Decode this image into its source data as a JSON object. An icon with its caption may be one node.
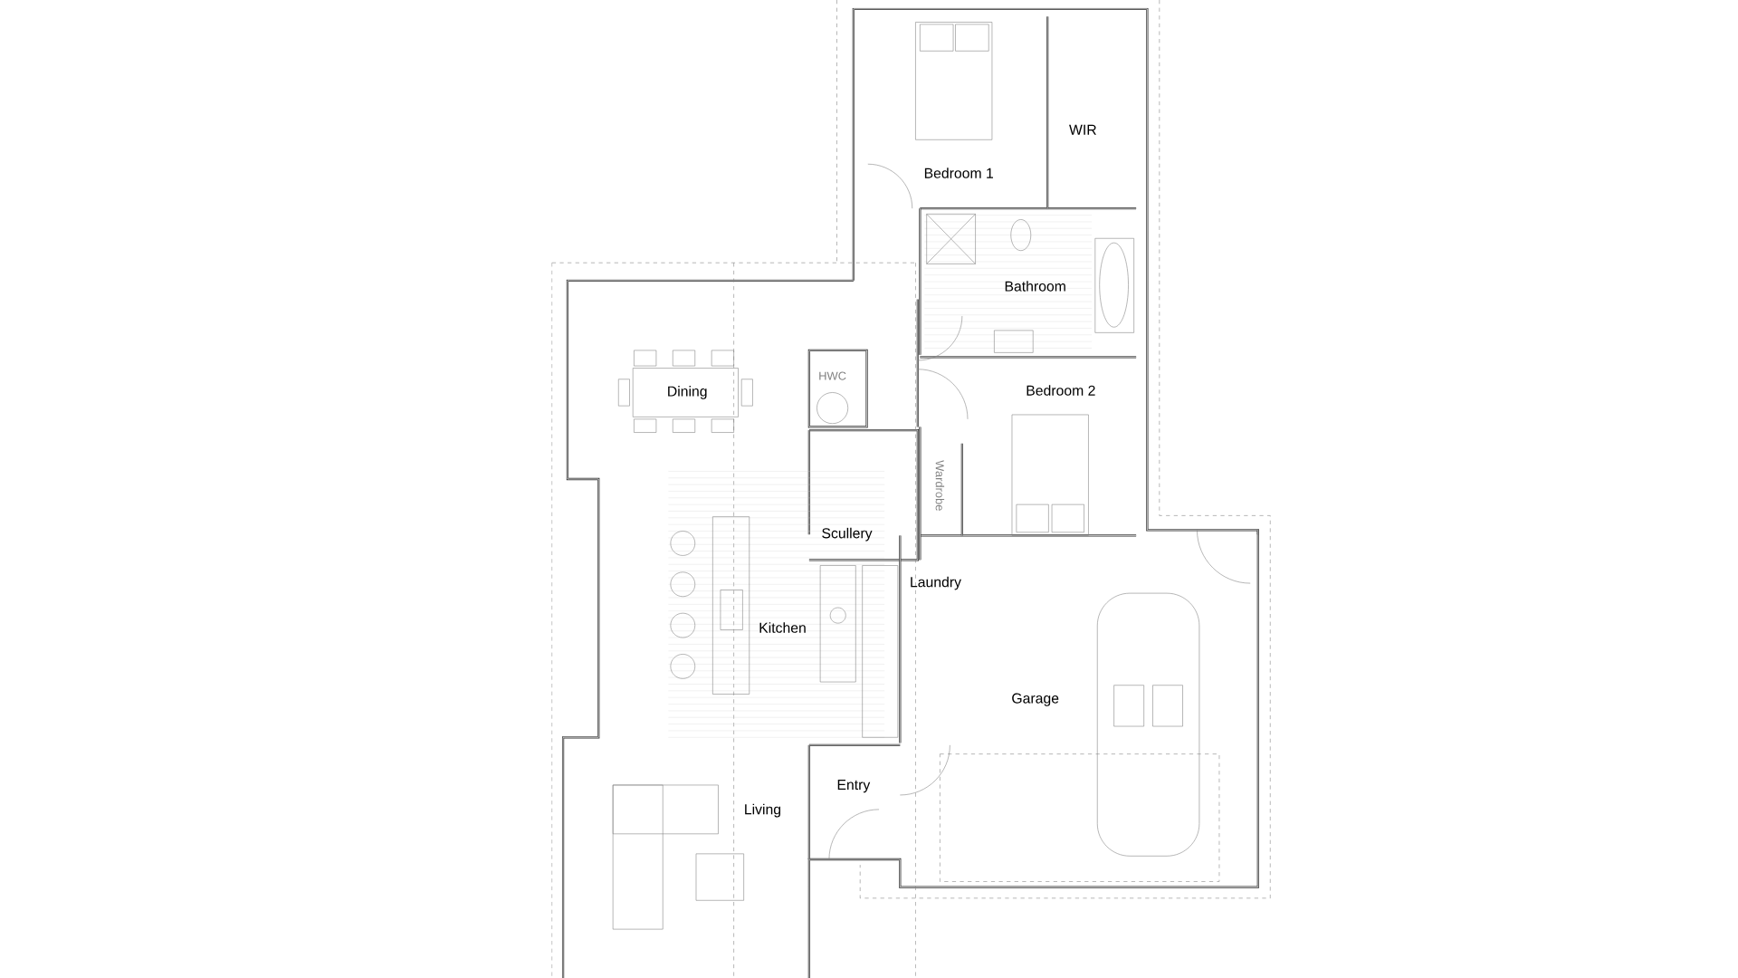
{
  "diagram": {
    "labels": [
      "WIR",
      "Bedroom 1",
      "Bathroom",
      "Dining",
      "HWC",
      "Bedroom 2",
      "Wardrobe",
      "Scullery",
      "Laundry",
      "Kitchen",
      "Garage",
      "Entry",
      "Living"
    ]
  }
}
